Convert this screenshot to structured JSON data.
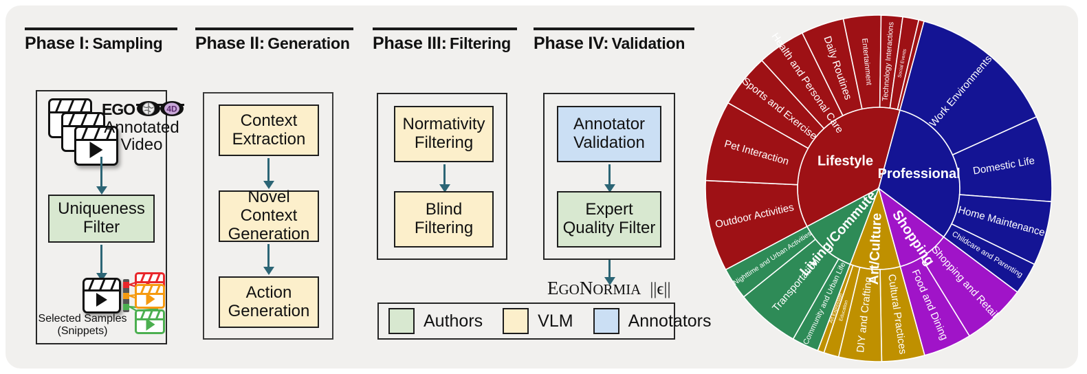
{
  "figure": {
    "background": "#f1f0ee",
    "accent_arrow": "#2c6575"
  },
  "phases": [
    {
      "num": "Phase I:",
      "sub": "Sampling"
    },
    {
      "num": "Phase II:",
      "sub": "Generation"
    },
    {
      "num": "Phase III:",
      "sub": "Filtering"
    },
    {
      "num": "Phase IV:",
      "sub": "Validation"
    }
  ],
  "phase1": {
    "source_logo_text": "EGO",
    "source_logo_lens_right": "4D",
    "source_label": "Annotated\nVideo",
    "source_label_line1": "Annotated",
    "source_label_line2": "Video",
    "filter_node": "Uniqueness\nFilter",
    "filter_node_line1": "Uniqueness",
    "filter_node_line2": "Filter",
    "output_label_line1": "Selected Samples",
    "output_label_line2": "(Snippets)",
    "clip_colors": [
      "#e8262a",
      "#f59a10",
      "#4caf50"
    ]
  },
  "phase2": {
    "nodes": [
      {
        "line1": "Context",
        "line2": "Extraction"
      },
      {
        "line1": "Novel Context",
        "line2": "Generation"
      },
      {
        "line1": "Action",
        "line2": "Generation"
      }
    ]
  },
  "phase3": {
    "nodes": [
      {
        "line1": "Normativity",
        "line2": "Filtering"
      },
      {
        "line1": "Blind",
        "line2": "Filtering"
      }
    ]
  },
  "phase4": {
    "nodes": [
      {
        "line1": "Annotator",
        "line2": "Validation",
        "role": "Annotators"
      },
      {
        "line1": "Expert",
        "line2": "Quality Filter",
        "role": "Authors"
      }
    ],
    "wordmark": {
      "e": "E",
      "go": "GO",
      "n": "N",
      "ormia": "ORMIA",
      "eps": "||ϵ||"
    }
  },
  "legend": {
    "items": [
      {
        "label": "Authors",
        "color": "#d8e8d0"
      },
      {
        "label": "VLM",
        "color": "#fcefcb"
      },
      {
        "label": "Annotators",
        "color": "#cbdff4"
      }
    ]
  },
  "chart_data": {
    "type": "pie",
    "title": "",
    "subtype": "sunburst",
    "legend": "none",
    "rings": 2,
    "inner": [
      {
        "label": "Lifestyle",
        "value": 37.0,
        "color": "#9e1115"
      },
      {
        "label": "Professional",
        "value": 31.0,
        "color": "#141494"
      },
      {
        "label": "Shopping",
        "value": 10.5,
        "color": "#a014c8"
      },
      {
        "label": "Art/Culture",
        "value": 10.0,
        "color": "#bf9000"
      },
      {
        "label": "Living/Commute",
        "value": 11.5,
        "color": "#2e8b57"
      }
    ],
    "outer": [
      {
        "parent": "Lifestyle",
        "label": "Outdoor Activities",
        "value": 8.5,
        "color": "#9e1115"
      },
      {
        "parent": "Lifestyle",
        "label": "Pet Interaction",
        "value": 7.5,
        "color": "#9e1115"
      },
      {
        "parent": "Lifestyle",
        "label": "Sports and Exercise",
        "value": 5.0,
        "color": "#9e1115"
      },
      {
        "parent": "Lifestyle",
        "label": "Health and Personal Care",
        "value": 4.5,
        "color": "#9e1115"
      },
      {
        "parent": "Lifestyle",
        "label": "Daily Routines",
        "value": 4.0,
        "color": "#9e1115"
      },
      {
        "parent": "Lifestyle",
        "label": "Entertainment",
        "value": 3.5,
        "color": "#9e1115"
      },
      {
        "parent": "Lifestyle",
        "label": "Technology Interactions",
        "value": 2.0,
        "color": "#9e1115"
      },
      {
        "parent": "Lifestyle",
        "label": "Social Events",
        "value": 1.5,
        "color": "#9e1115"
      },
      {
        "parent": "Lifestyle",
        "label": "",
        "value": 0.5,
        "color": "#9e1115"
      },
      {
        "parent": "Shopping",
        "label": "Shopping and Retail",
        "value": 6.0,
        "color": "#a014c8"
      },
      {
        "parent": "Shopping",
        "label": "Food and Dining",
        "value": 4.5,
        "color": "#a014c8"
      },
      {
        "parent": "Art/Culture",
        "label": "Cultural Practices",
        "value": 4.0,
        "color": "#bf9000"
      },
      {
        "parent": "Art/Culture",
        "label": "DIY and Crafting",
        "value": 4.0,
        "color": "#bf9000"
      },
      {
        "parent": "Art/Culture",
        "label": "Education",
        "value": 1.4,
        "color": "#bf9000"
      },
      {
        "parent": "Art/Culture",
        "label": "Art Expression",
        "value": 0.6,
        "color": "#bf9000"
      },
      {
        "parent": "Living/Commute",
        "label": "Community and Urban Life",
        "value": 2.5,
        "color": "#2e8b57"
      },
      {
        "parent": "Living/Commute",
        "label": "Transportation",
        "value": 6.0,
        "color": "#2e8b57"
      },
      {
        "parent": "Living/Commute",
        "label": "Nighttime and Urban Activities",
        "value": 3.0,
        "color": "#2e8b57"
      },
      {
        "parent": "Professional",
        "label": "Work Environments",
        "value": 14.0,
        "color": "#141494"
      },
      {
        "parent": "Professional",
        "label": "Domestic Life",
        "value": 8.0,
        "color": "#141494"
      },
      {
        "parent": "Professional",
        "label": "Home Maintenance",
        "value": 6.0,
        "color": "#141494"
      },
      {
        "parent": "Professional",
        "label": "Childcare and Parenting",
        "value": 3.0,
        "color": "#141494"
      }
    ]
  }
}
